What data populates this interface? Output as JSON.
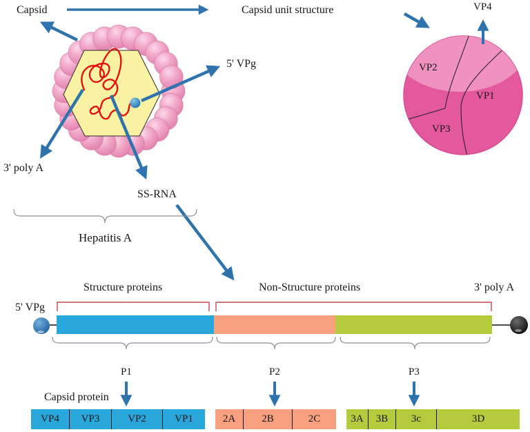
{
  "colors": {
    "arrow_blue": "#2e73ad",
    "structure_blue": "#29a7db",
    "nonstructure_orange": "#f9a17f",
    "p3_green": "#b5ca3d",
    "capsid_unit_pink": "#e4589d",
    "capsid_sphere_pink": "#f2a9c8",
    "genome_core_yellow": "#f9f2a2",
    "rna_red": "#e11212",
    "bracket_red": "#c24a4a"
  },
  "virion": {
    "capsid_label": "Capsid",
    "vpg_label": "5' VPg",
    "polya_label": "3' poly A",
    "rna_label": "SS-RNA",
    "name": "Hepatitis A"
  },
  "capsid_unit": {
    "title": "Capsid unit structure",
    "vp1": "VP1",
    "vp2": "VP2",
    "vp3": "VP3",
    "vp4": "VP4"
  },
  "genome": {
    "vpg_label": "5' VPg",
    "polya_label": "3' poly A",
    "structure_heading": "Structure proteins",
    "nonstructure_heading": "Non-Structure proteins"
  },
  "precursors": {
    "p1": {
      "label": "P1",
      "note": "Capsid protein",
      "segments": [
        "VP4",
        "VP3",
        "VP2",
        "VP1"
      ]
    },
    "p2": {
      "label": "P2",
      "segments": [
        "2A",
        "2B",
        "2C"
      ]
    },
    "p3": {
      "label": "P3",
      "segments": [
        "3A",
        "3B",
        "3c",
        "3D"
      ]
    }
  }
}
